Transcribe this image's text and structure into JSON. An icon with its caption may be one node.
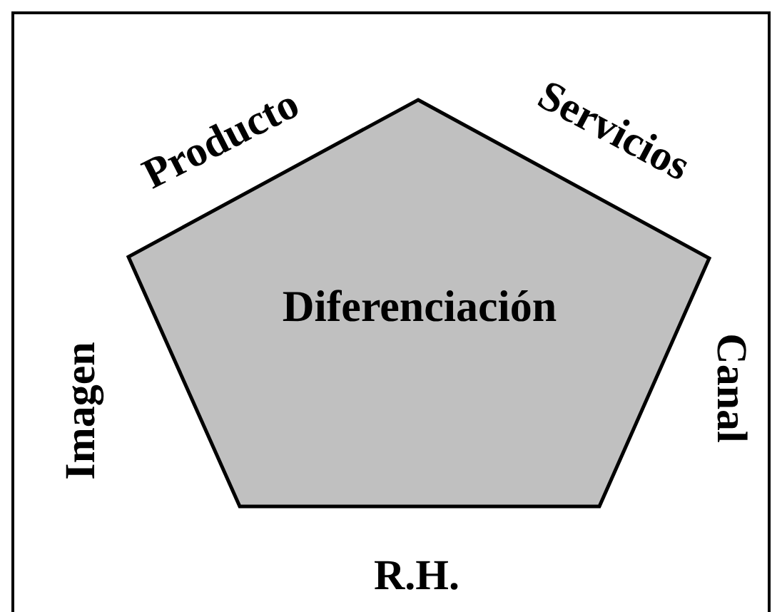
{
  "diagram": {
    "nodes": [
      {
        "text": [
          "Diferenciación"
        ]
      }
    ],
    "labels": [
      "Producto",
      "Servicios",
      "Canal",
      "R.H.",
      "Imagen"
    ]
  }
}
